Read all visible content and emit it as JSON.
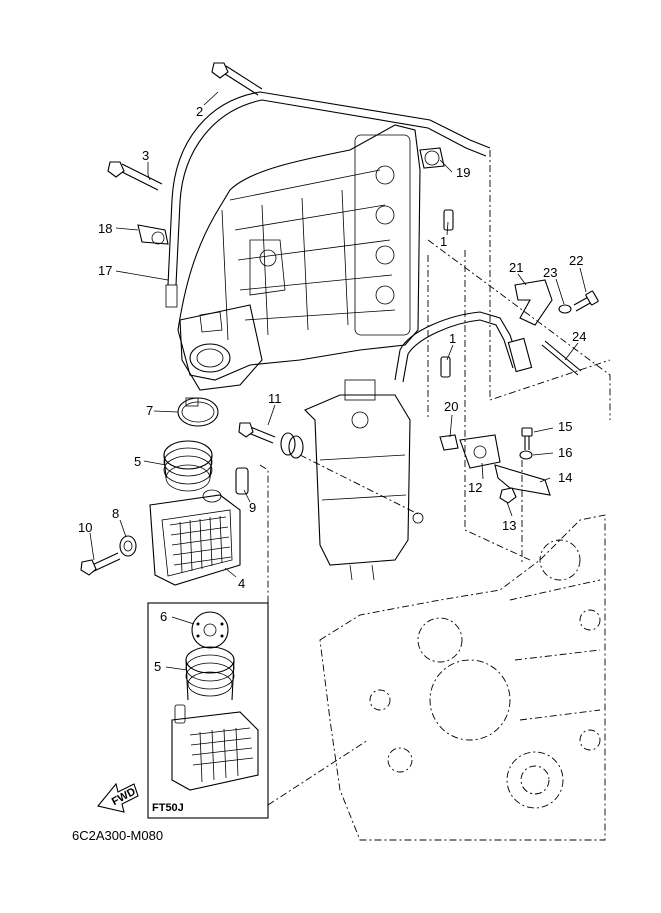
{
  "callouts": {
    "c1a": "1",
    "c1b": "1",
    "c2": "2",
    "c3": "3",
    "c4": "4",
    "c5a": "5",
    "c5b": "5",
    "c6": "6",
    "c7": "7",
    "c8": "8",
    "c9": "9",
    "c10": "10",
    "c11": "11",
    "c12": "12",
    "c13": "13",
    "c14": "14",
    "c15": "15",
    "c16": "16",
    "c17": "17",
    "c18": "18",
    "c19": "19",
    "c20": "20",
    "c21": "21",
    "c22": "22",
    "c23": "23",
    "c24": "24"
  },
  "inset_label": "FT50J",
  "fwd_label": "FWD",
  "diagram_code": "6C2A300-M080"
}
